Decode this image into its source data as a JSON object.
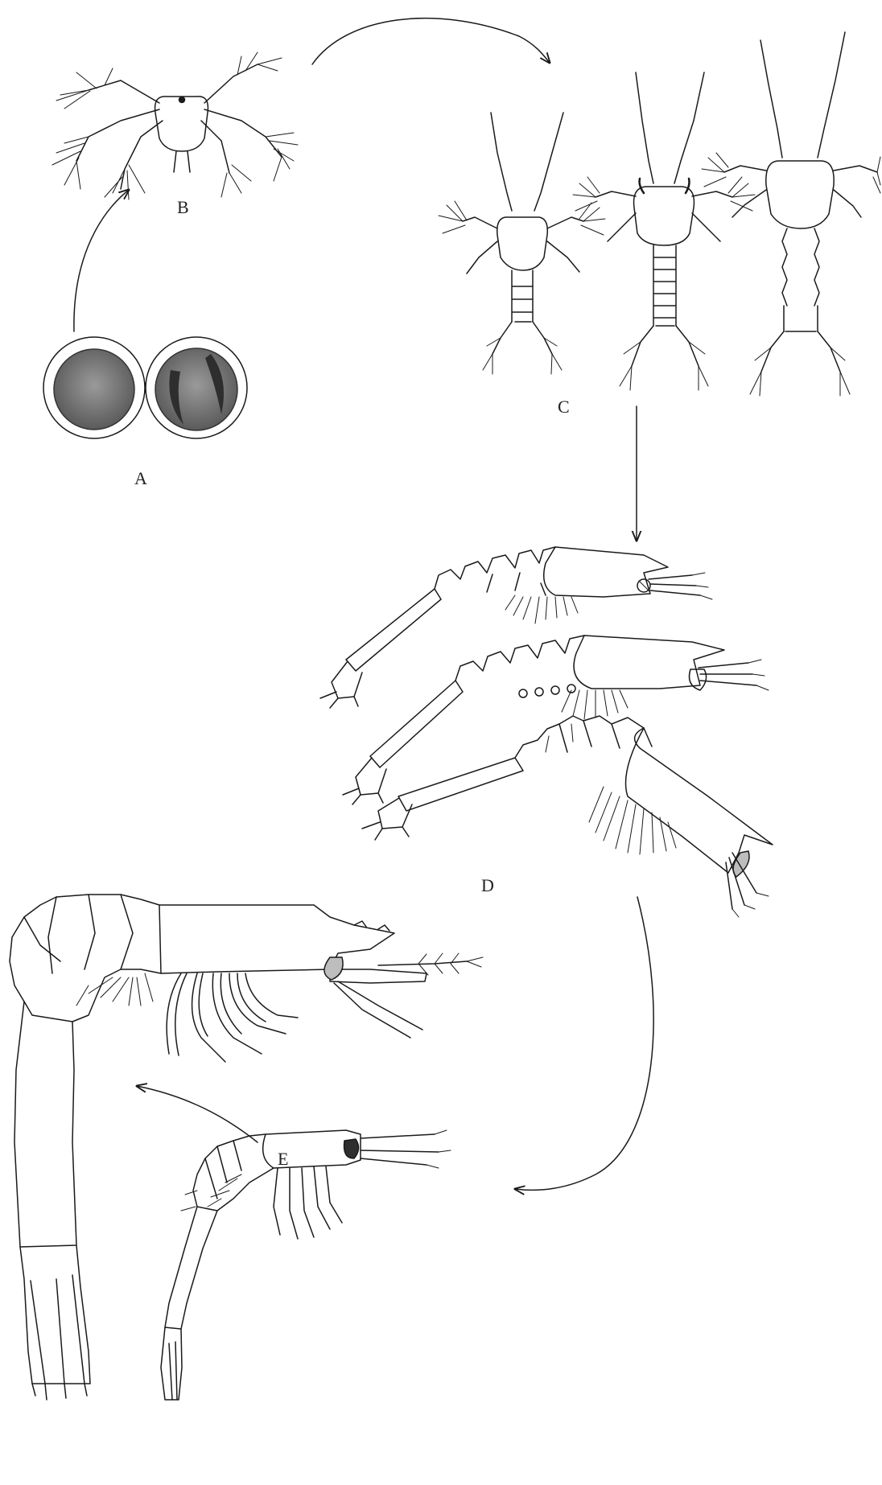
{
  "figure": {
    "stages": [
      {
        "id": "A",
        "label": "A",
        "subject": "eggs",
        "count": 2
      },
      {
        "id": "B",
        "label": "B",
        "subject": "nauplius",
        "count": 1
      },
      {
        "id": "C",
        "label": "C",
        "subject": "protozoea",
        "count": 3
      },
      {
        "id": "D",
        "label": "D",
        "subject": "mysis",
        "count": 3
      },
      {
        "id": "E",
        "label": "E",
        "subject": "postlarva",
        "count": 2
      }
    ],
    "sequence": [
      "A",
      "B",
      "C",
      "D",
      "E"
    ]
  },
  "colors": {
    "ink": "#1a1a1a",
    "egg_fill": "#8a8a8a",
    "egg_dark": "#333333",
    "paper": "#ffffff"
  }
}
